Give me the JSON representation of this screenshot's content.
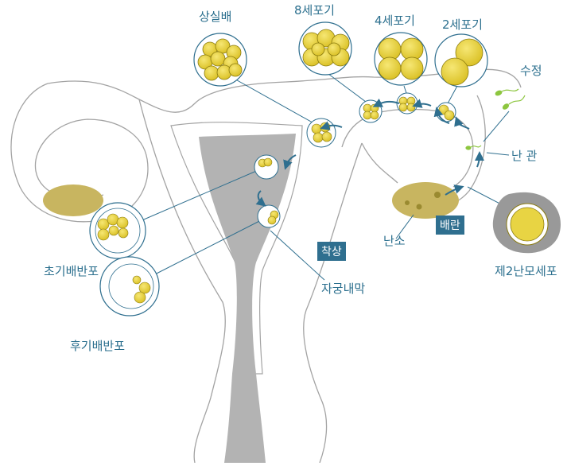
{
  "labels": {
    "morula": "상실배",
    "eight_cell": "8세포기",
    "four_cell": "4세포기",
    "two_cell": "2세포기",
    "fertilization": "수정",
    "fallopian_tube": "난 관",
    "ovary": "난소",
    "ovulation": "배란",
    "secondary_oocyte": "제2난모세포",
    "implantation": "착상",
    "endometrium": "자궁내막",
    "early_blastocyst": "초기배반포",
    "late_blastocyst": "후기배반포"
  },
  "colors": {
    "outline": "#8a8a8a",
    "cavity": "#b3b3b3",
    "ovary": "#c8b560",
    "cell": "#e6cf3a",
    "cell_border": "#8a7b10",
    "accent": "#2f6f8f",
    "label": "#2b6f8e",
    "sperm": "#8dc63f"
  },
  "icons": {
    "arrow": "curved-arrow-icon",
    "sperm": "sperm-icon"
  }
}
